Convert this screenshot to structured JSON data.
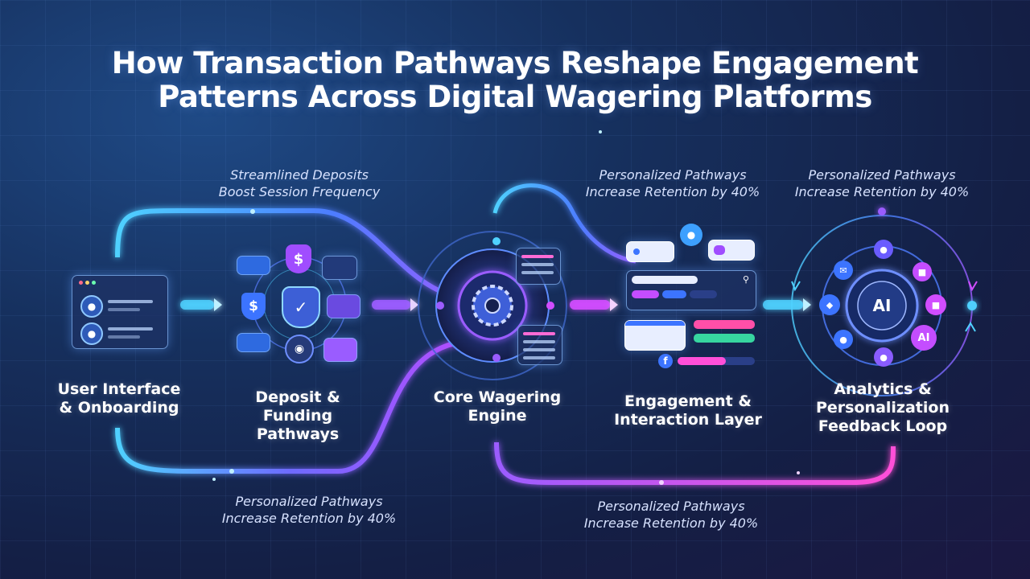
{
  "title": {
    "line1": "How Transaction Pathways Reshape Engagement",
    "line2": "Patterns Across Digital Wagering Platforms"
  },
  "stages": [
    {
      "id": "ui",
      "line1": "User Interface",
      "line2": "& Onboarding",
      "line3": ""
    },
    {
      "id": "deposit",
      "line1": "Deposit &",
      "line2": "Funding",
      "line3": "Pathways"
    },
    {
      "id": "engine",
      "line1": "Core Wagering",
      "line2": "Engine",
      "line3": ""
    },
    {
      "id": "engagement",
      "line1": "Engagement &",
      "line2": "Interaction Layer",
      "line3": ""
    },
    {
      "id": "analytics",
      "line1": "Analytics &",
      "line2": "Personalization",
      "line3": "Feedback Loop"
    }
  ],
  "annotations": [
    {
      "line1": "Streamlined Deposits",
      "line2": "Boost Session Frequency"
    },
    {
      "line1": "Personalized Pathways",
      "line2": "Increase Retention by 40%"
    },
    {
      "line1": "Personalized Pathways",
      "line2": "Increase Retention by 40%"
    },
    {
      "line1": "Personalized Pathways",
      "line2": "Increase Retention by 40%"
    },
    {
      "line1": "Personalized Pathways",
      "line2": "Increase Retention by 40%"
    }
  ],
  "icons": {
    "currency": "$",
    "ai": "AI",
    "social": "f"
  },
  "colors": {
    "cyan": "#4fd1ff",
    "blue": "#4d7dff",
    "violet": "#9b5cff",
    "magenta": "#d14dff",
    "pink": "#ff4fd8",
    "green": "#37d6a0"
  }
}
